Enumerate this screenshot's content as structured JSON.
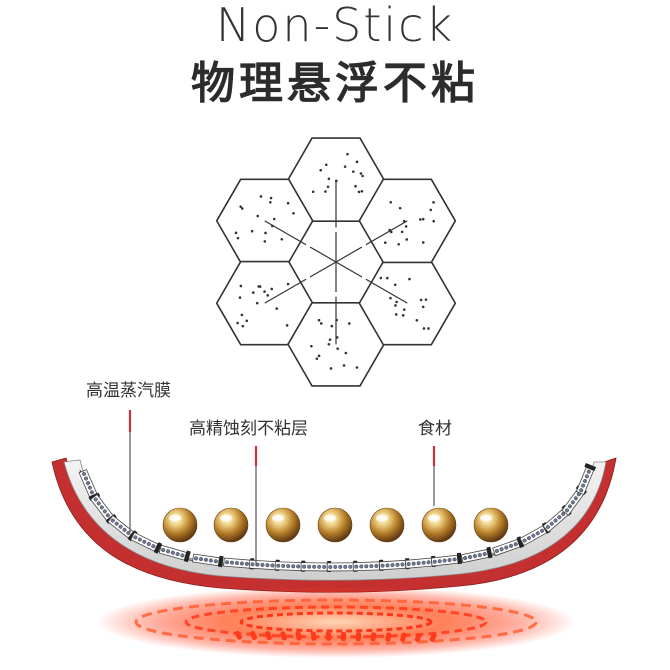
{
  "title": {
    "english": "Non-Stick",
    "chinese": "物理悬浮不粘"
  },
  "labels": {
    "steam_film": "高温蒸汽膜",
    "etched_layer": "高精蚀刻不粘层",
    "food": "食材"
  },
  "colors": {
    "text": "#333333",
    "pointer": "#c8323a",
    "pan_outer": "#b03030",
    "ball": "#c89a3a",
    "heat": "#ff4a2a"
  }
}
